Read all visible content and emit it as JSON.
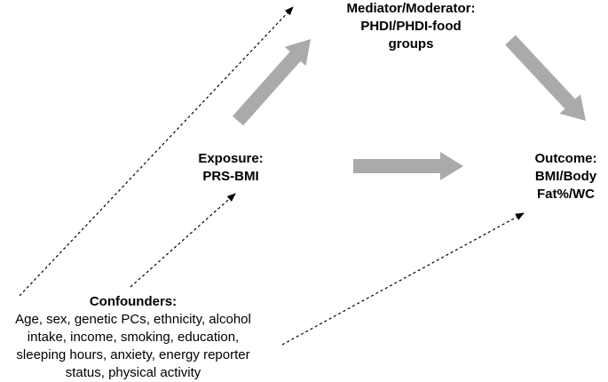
{
  "nodes": {
    "mediator": {
      "title": "Mediator/Moderator:",
      "line1": "PHDI/PHDI-food",
      "line2": "groups"
    },
    "exposure": {
      "title": "Exposure:",
      "line1": "PRS-BMI"
    },
    "outcome": {
      "title": "Outcome:",
      "line1": "BMI/Body",
      "line2": "Fat%/WC"
    },
    "confounders": {
      "title": "Confounders:",
      "line1": "Age, sex, genetic PCs, ethnicity, alcohol",
      "line2": "intake, income, smoking, education,",
      "line3": "sleeping hours, anxiety, energy reporter",
      "line4": "status, physical activity"
    }
  },
  "colors": {
    "solid_arrow": "#aaaaaa",
    "dashed_arrow": "#000000",
    "text": "#000000"
  },
  "edges": [
    {
      "from": "exposure",
      "to": "mediator",
      "style": "solid"
    },
    {
      "from": "mediator",
      "to": "outcome",
      "style": "solid"
    },
    {
      "from": "exposure",
      "to": "outcome",
      "style": "solid"
    },
    {
      "from": "confounders",
      "to": "mediator",
      "style": "dashed"
    },
    {
      "from": "confounders",
      "to": "exposure",
      "style": "dashed"
    },
    {
      "from": "confounders",
      "to": "outcome",
      "style": "dashed"
    }
  ]
}
